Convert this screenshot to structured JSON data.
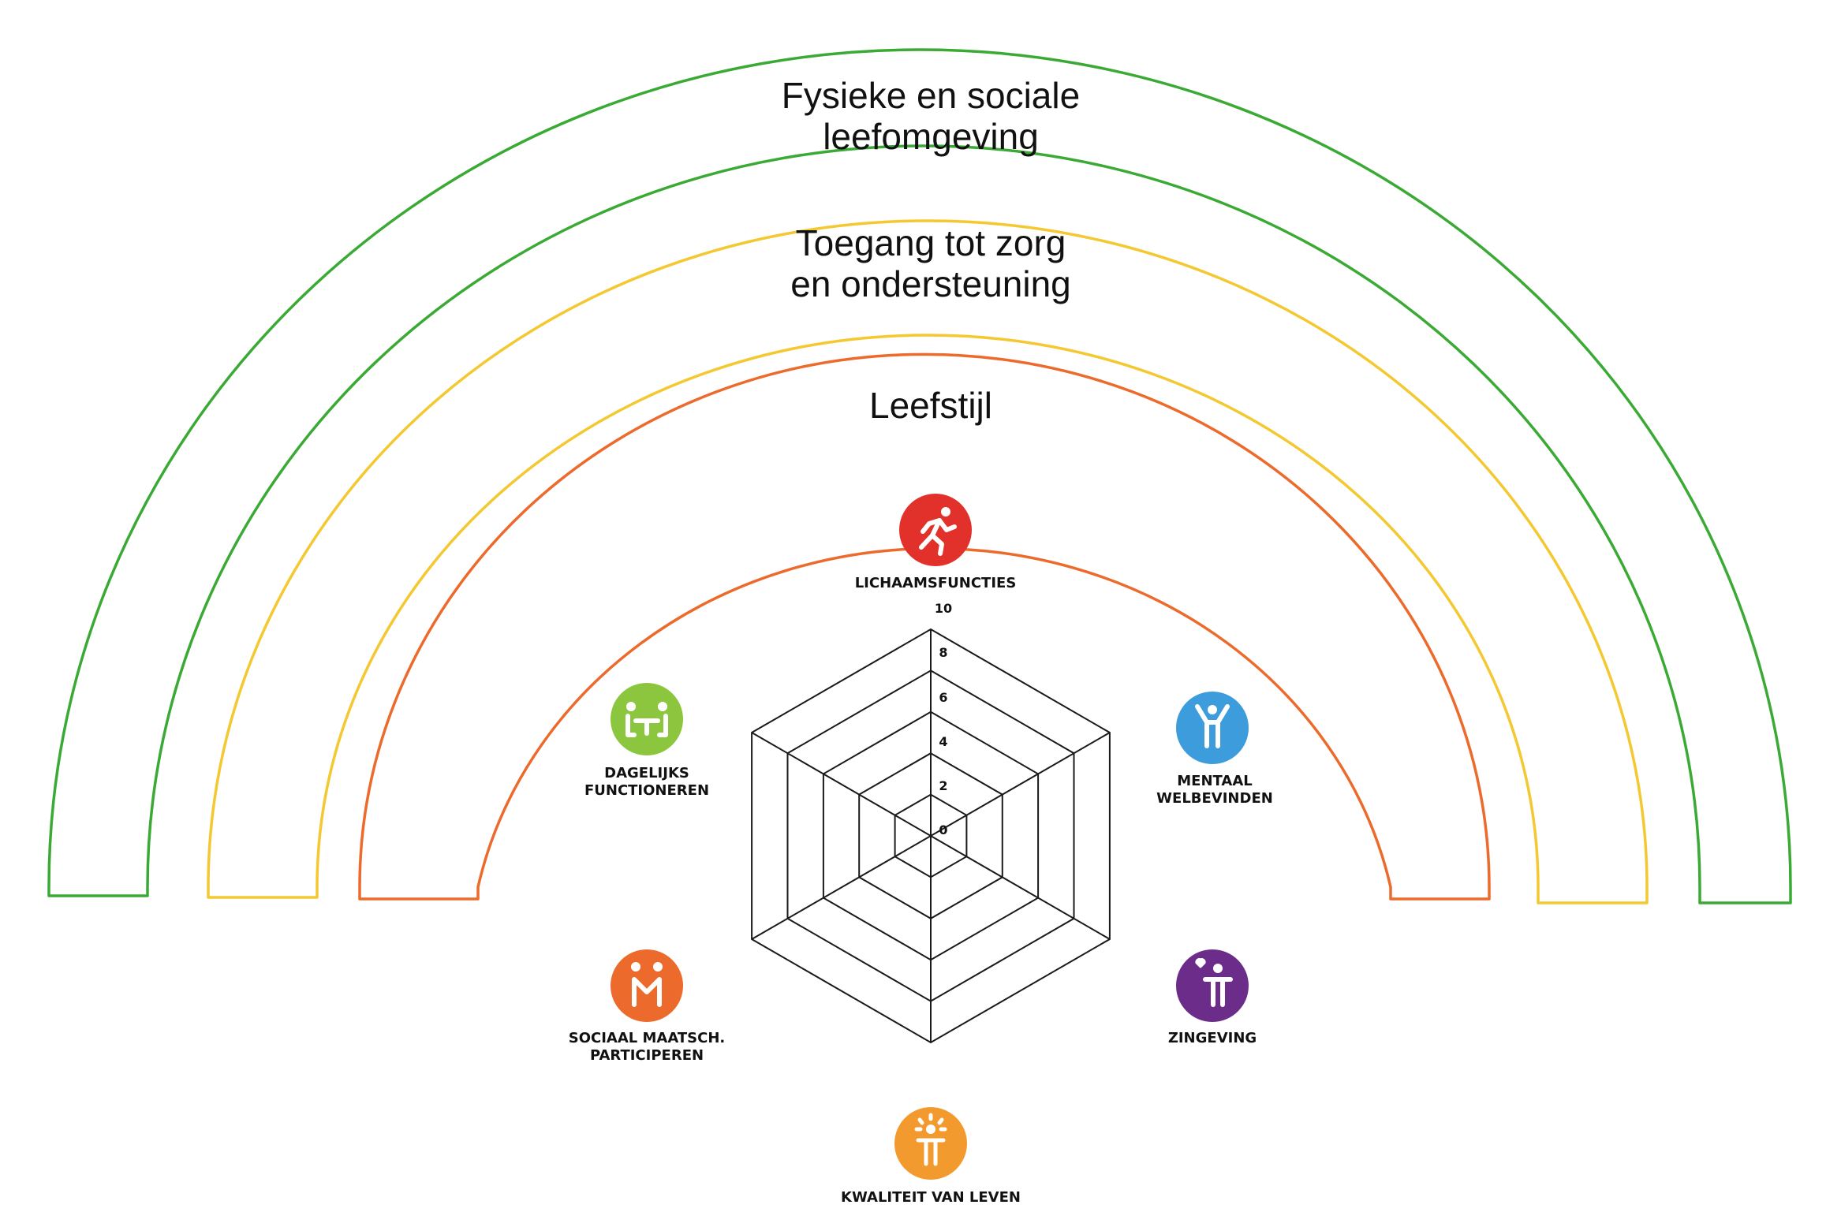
{
  "arcs": [
    {
      "id": "outer",
      "title_lines": [
        "Fysieke en sociale",
        "leefomgeving"
      ],
      "color": "#3aaa35"
    },
    {
      "id": "middle",
      "title_lines": [
        "Toegang tot zorg",
        "en ondersteuning"
      ],
      "color": "#f4c831"
    },
    {
      "id": "inner",
      "title_lines": [
        "Leefstijl"
      ],
      "color": "#ec6a2b"
    }
  ],
  "radar": {
    "scale_ticks": [
      "0",
      "2",
      "4",
      "6",
      "8",
      "10"
    ],
    "dimensions": [
      {
        "id": "lichaamsfuncties",
        "lines": [
          "LICHAAMSFUNCTIES"
        ],
        "color": "#e2312b",
        "icon": "running-person-icon"
      },
      {
        "id": "mentaal",
        "lines": [
          "MENTAAL",
          "WELBEVINDEN"
        ],
        "color": "#3d9ddc",
        "icon": "raised-arms-person-icon"
      },
      {
        "id": "zingeving",
        "lines": [
          "ZINGEVING"
        ],
        "color": "#6b2c8a",
        "icon": "person-heart-icon"
      },
      {
        "id": "kwaliteit",
        "lines": [
          "KWALITEIT VAN LEVEN"
        ],
        "color": "#f29a2e",
        "icon": "person-sun-icon"
      },
      {
        "id": "sociaal",
        "lines": [
          "SOCIAAL MAATSCH.",
          "PARTICIPEREN"
        ],
        "color": "#ec6a2b",
        "icon": "two-people-icon"
      },
      {
        "id": "dagelijks",
        "lines": [
          "DAGELIJKS",
          "FUNCTIONEREN"
        ],
        "color": "#8cc63f",
        "icon": "people-at-table-icon"
      }
    ]
  }
}
